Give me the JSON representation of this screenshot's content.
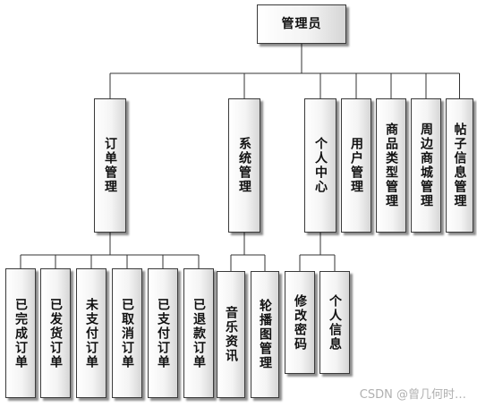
{
  "diagram": {
    "root": {
      "id": "root",
      "label": "管理员"
    },
    "level1": [
      {
        "id": "order",
        "label": "订单管理"
      },
      {
        "id": "system",
        "label": "系统管理"
      },
      {
        "id": "personal",
        "label": "个人中心"
      },
      {
        "id": "user",
        "label": "用户管理"
      },
      {
        "id": "category",
        "label": "商品类型管理"
      },
      {
        "id": "mall",
        "label": "周边商城管理"
      },
      {
        "id": "post",
        "label": "帖子信息管理"
      }
    ],
    "level2": [
      {
        "id": "done",
        "parent": "order",
        "label": "已完成订单"
      },
      {
        "id": "shipped",
        "parent": "order",
        "label": "已发货订单"
      },
      {
        "id": "unpaid",
        "parent": "order",
        "label": "未支付订单"
      },
      {
        "id": "cancelled",
        "parent": "order",
        "label": "已取消订单"
      },
      {
        "id": "paid",
        "parent": "order",
        "label": "已支付订单"
      },
      {
        "id": "refunded",
        "parent": "order",
        "label": "已退款订单"
      },
      {
        "id": "music",
        "parent": "system",
        "label": "音乐资讯"
      },
      {
        "id": "carousel",
        "parent": "system",
        "label": "轮播图管理"
      },
      {
        "id": "password",
        "parent": "personal",
        "label": "修改密码"
      },
      {
        "id": "profile",
        "parent": "personal",
        "label": "个人信息"
      }
    ]
  },
  "watermark": "CSDN @曾几何时…"
}
